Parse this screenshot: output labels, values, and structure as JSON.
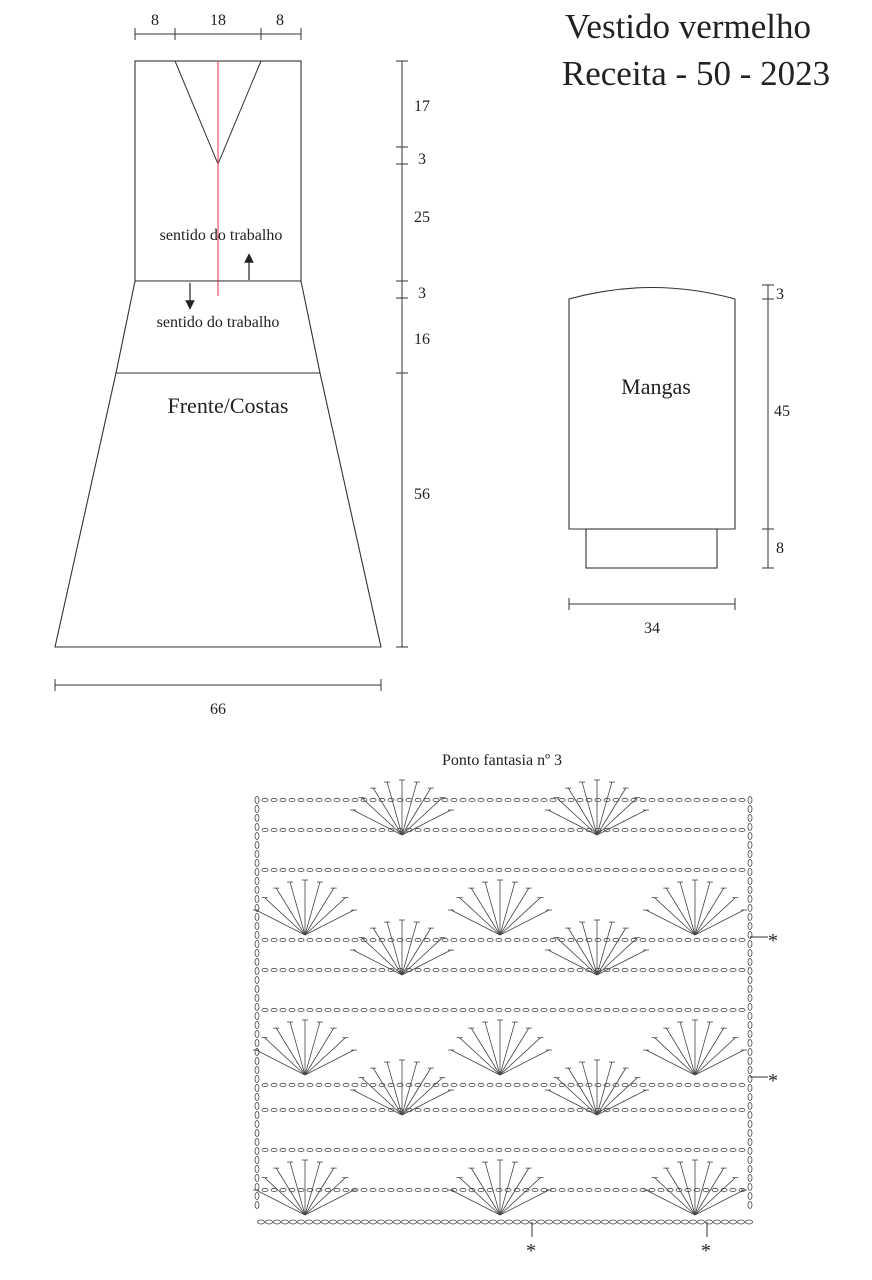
{
  "header": {
    "title": "Vestido vermelho",
    "subtitle": "Receita - 50 - 2023"
  },
  "front_back": {
    "label": "Frente/Costas",
    "work_direction_upper": "sentido do trabalho",
    "work_direction_lower": "sentido do trabalho",
    "top_widths": [
      "8",
      "18",
      "8"
    ],
    "bottom_width": "66",
    "heights": [
      "17",
      "3",
      "25",
      "3",
      "16",
      "56"
    ]
  },
  "sleeves": {
    "label": "Mangas",
    "width": "34",
    "heights": [
      "3",
      "45",
      "8"
    ]
  },
  "stitch_chart": {
    "title": "Ponto fantasia nº 3",
    "repeat_marker": "*"
  },
  "colors": {
    "center_line": "#e5545c",
    "line": "#333333"
  }
}
